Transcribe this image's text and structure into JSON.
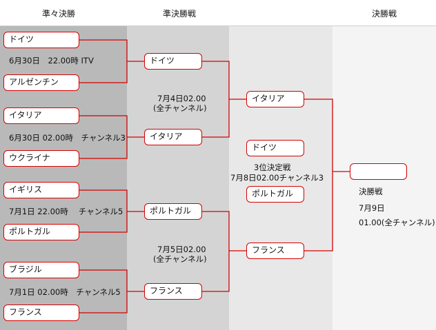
{
  "headers": {
    "quarterfinal": "準々決勝",
    "semifinal": "準決勝戦",
    "final": "決勝戦"
  },
  "quarterfinals": [
    {
      "team_a": "ドイツ",
      "schedule": "6月30日　22.00時 ITV",
      "team_b": "アルゼンチン"
    },
    {
      "team_a": "イタリア",
      "schedule": "6月30日 02.00時　チャンネル3",
      "team_b": "ウクライナ"
    },
    {
      "team_a": "イギリス",
      "schedule": "7月1日 22.00時　 チャンネル5",
      "team_b": "ポルトガル"
    },
    {
      "team_a": "ブラジル",
      "schedule": "7月1日 02.00時　チャンネル5",
      "team_b": "フランス"
    }
  ],
  "semifinal_teams": [
    "ドイツ",
    "イタリア",
    "ポルトガル",
    "フランス"
  ],
  "semifinal_schedules": [
    {
      "date": "7月4日02.00",
      "channel": "(全チャンネル)"
    },
    {
      "date": "7月5日02.00",
      "channel": "(全チャンネル)"
    }
  ],
  "finalists": [
    "イタリア",
    "フランス"
  ],
  "third_place": {
    "team_a": "ドイツ",
    "title": "3位決定戦",
    "schedule": "7月8日02.00チャンネル3",
    "team_b": "ポルトガル"
  },
  "final": {
    "winner": "",
    "label": "決勝戦",
    "date": "7月9日",
    "time": "01.00(全チャンネル)"
  },
  "colors": {
    "bracket_line": "#d40000",
    "box_border": "#d40000",
    "column_1": "#b9b9b9",
    "column_2": "#d4d4d4",
    "column_3": "#e8e8e8",
    "column_4": "#f4f4f4"
  }
}
